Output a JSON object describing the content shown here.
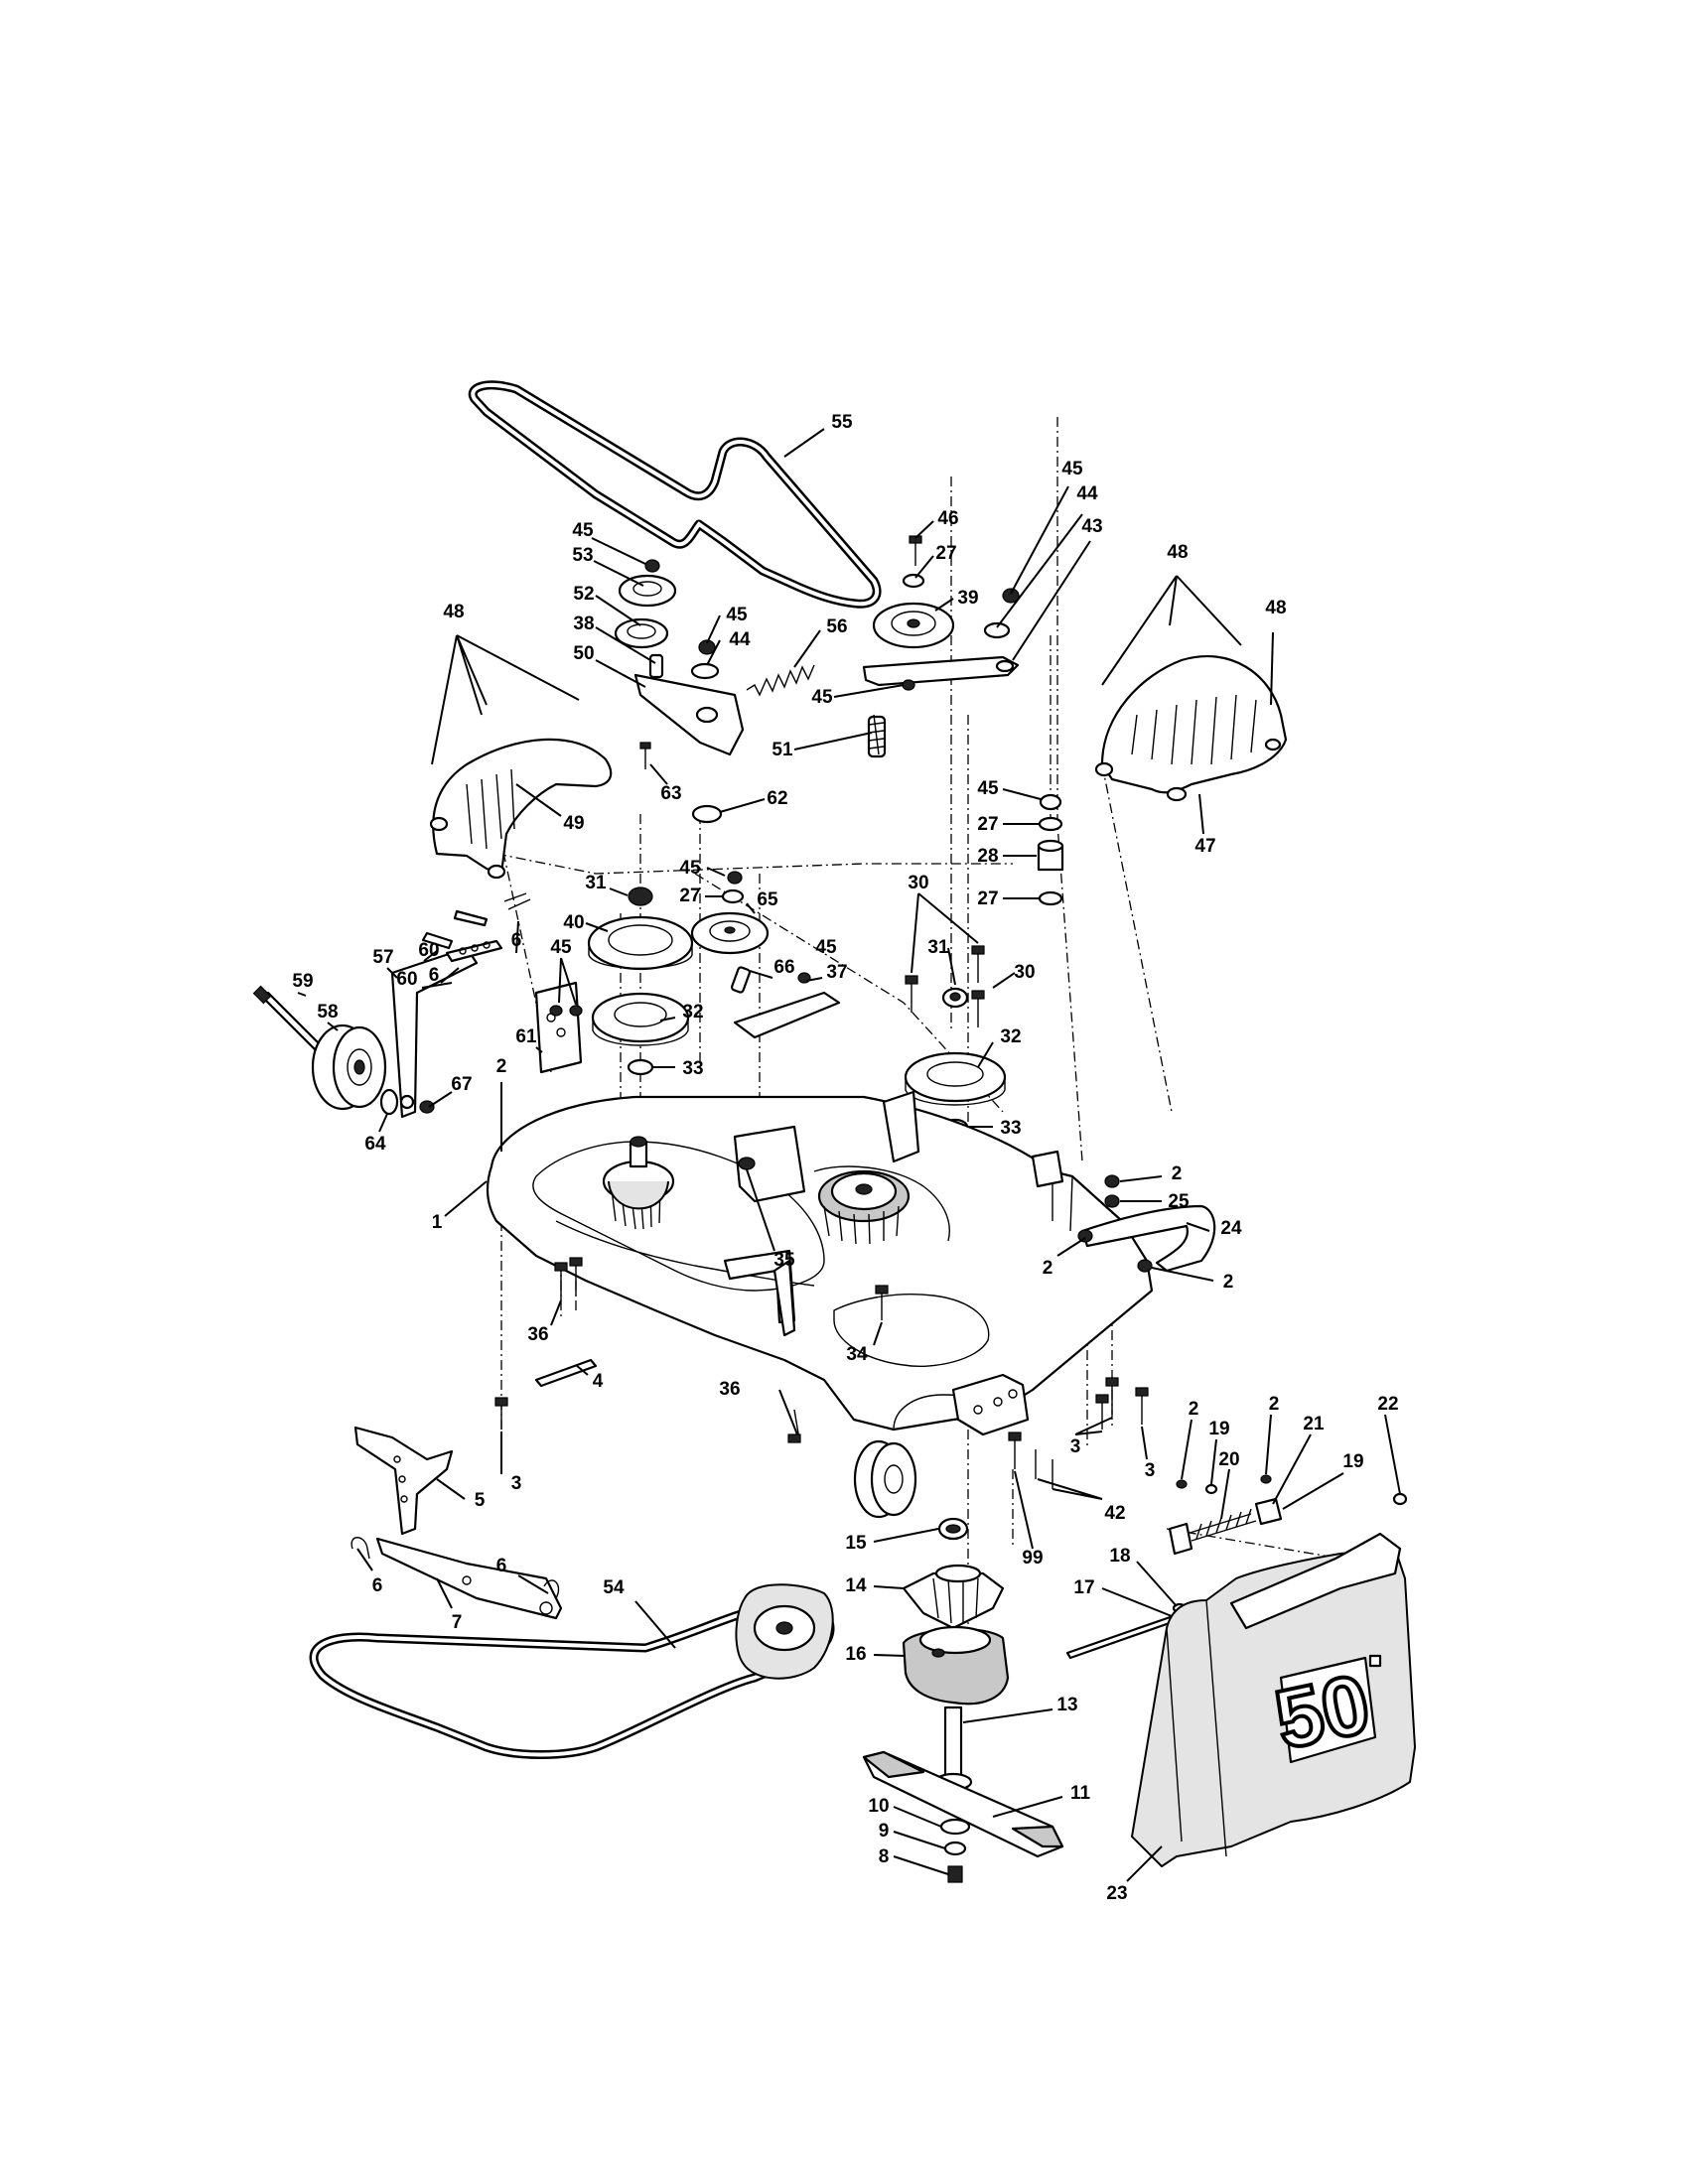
{
  "decal_text": "50",
  "callouts": [
    {
      "id": "c55",
      "label": "55"
    },
    {
      "id": "c45a",
      "label": "45"
    },
    {
      "id": "c53",
      "label": "53"
    },
    {
      "id": "c52",
      "label": "52"
    },
    {
      "id": "c38",
      "label": "38"
    },
    {
      "id": "c50",
      "label": "50"
    },
    {
      "id": "c45b",
      "label": "45"
    },
    {
      "id": "c44a",
      "label": "44"
    },
    {
      "id": "c56",
      "label": "56"
    },
    {
      "id": "c46",
      "label": "46"
    },
    {
      "id": "c27a",
      "label": "27"
    },
    {
      "id": "c39",
      "label": "39"
    },
    {
      "id": "c45c",
      "label": "45"
    },
    {
      "id": "c44b",
      "label": "44"
    },
    {
      "id": "c43",
      "label": "43"
    },
    {
      "id": "c45d",
      "label": "45"
    },
    {
      "id": "c51",
      "label": "51"
    },
    {
      "id": "c48a",
      "label": "48"
    },
    {
      "id": "c48b",
      "label": "48"
    },
    {
      "id": "c48c",
      "label": "48"
    },
    {
      "id": "c49",
      "label": "49"
    },
    {
      "id": "c63",
      "label": "63"
    },
    {
      "id": "c62",
      "label": "62"
    },
    {
      "id": "c47",
      "label": "47"
    },
    {
      "id": "c45e",
      "label": "45"
    },
    {
      "id": "c27b",
      "label": "27"
    },
    {
      "id": "c28",
      "label": "28"
    },
    {
      "id": "c27c",
      "label": "27"
    },
    {
      "id": "c31a",
      "label": "31"
    },
    {
      "id": "c40",
      "label": "40"
    },
    {
      "id": "c45f",
      "label": "45"
    },
    {
      "id": "c27d",
      "label": "27"
    },
    {
      "id": "c65",
      "label": "65"
    },
    {
      "id": "c30a",
      "label": "30"
    },
    {
      "id": "c31b",
      "label": "31"
    },
    {
      "id": "c30b",
      "label": "30"
    },
    {
      "id": "c6a",
      "label": "6"
    },
    {
      "id": "c60a",
      "label": "60"
    },
    {
      "id": "c60b",
      "label": "60"
    },
    {
      "id": "c6b",
      "label": "6"
    },
    {
      "id": "c45g",
      "label": "45"
    },
    {
      "id": "c66",
      "label": "66"
    },
    {
      "id": "c45h",
      "label": "45"
    },
    {
      "id": "c37",
      "label": "37"
    },
    {
      "id": "c59",
      "label": "59"
    },
    {
      "id": "c58",
      "label": "58"
    },
    {
      "id": "c57",
      "label": "57"
    },
    {
      "id": "c61",
      "label": "61"
    },
    {
      "id": "c32a",
      "label": "32"
    },
    {
      "id": "c32b",
      "label": "32"
    },
    {
      "id": "c33a",
      "label": "33"
    },
    {
      "id": "c33b",
      "label": "33"
    },
    {
      "id": "c2a",
      "label": "2"
    },
    {
      "id": "c67",
      "label": "67"
    },
    {
      "id": "c64",
      "label": "64"
    },
    {
      "id": "c1",
      "label": "1"
    },
    {
      "id": "c2b",
      "label": "2"
    },
    {
      "id": "c25",
      "label": "25"
    },
    {
      "id": "c24",
      "label": "24"
    },
    {
      "id": "c2c",
      "label": "2"
    },
    {
      "id": "c2d",
      "label": "2"
    },
    {
      "id": "c35",
      "label": "35"
    },
    {
      "id": "c36a",
      "label": "36"
    },
    {
      "id": "c34",
      "label": "34"
    },
    {
      "id": "c4",
      "label": "4"
    },
    {
      "id": "c36b",
      "label": "36"
    },
    {
      "id": "c3a",
      "label": "3"
    },
    {
      "id": "c3b",
      "label": "3"
    },
    {
      "id": "c3c",
      "label": "3"
    },
    {
      "id": "c42",
      "label": "42"
    },
    {
      "id": "c99",
      "label": "99"
    },
    {
      "id": "c2e",
      "label": "2"
    },
    {
      "id": "c19a",
      "label": "19"
    },
    {
      "id": "c2f",
      "label": "2"
    },
    {
      "id": "c21",
      "label": "21"
    },
    {
      "id": "c22",
      "label": "22"
    },
    {
      "id": "c20",
      "label": "20"
    },
    {
      "id": "c19b",
      "label": "19"
    },
    {
      "id": "c5",
      "label": "5"
    },
    {
      "id": "c6c",
      "label": "6"
    },
    {
      "id": "c6d",
      "label": "6"
    },
    {
      "id": "c7",
      "label": "7"
    },
    {
      "id": "c54",
      "label": "54"
    },
    {
      "id": "c15",
      "label": "15"
    },
    {
      "id": "c14",
      "label": "14"
    },
    {
      "id": "c18",
      "label": "18"
    },
    {
      "id": "c17",
      "label": "17"
    },
    {
      "id": "c16",
      "label": "16"
    },
    {
      "id": "c13",
      "label": "13"
    },
    {
      "id": "c11",
      "label": "11"
    },
    {
      "id": "c10",
      "label": "10"
    },
    {
      "id": "c9",
      "label": "9"
    },
    {
      "id": "c8",
      "label": "8"
    },
    {
      "id": "c23",
      "label": "23"
    }
  ]
}
